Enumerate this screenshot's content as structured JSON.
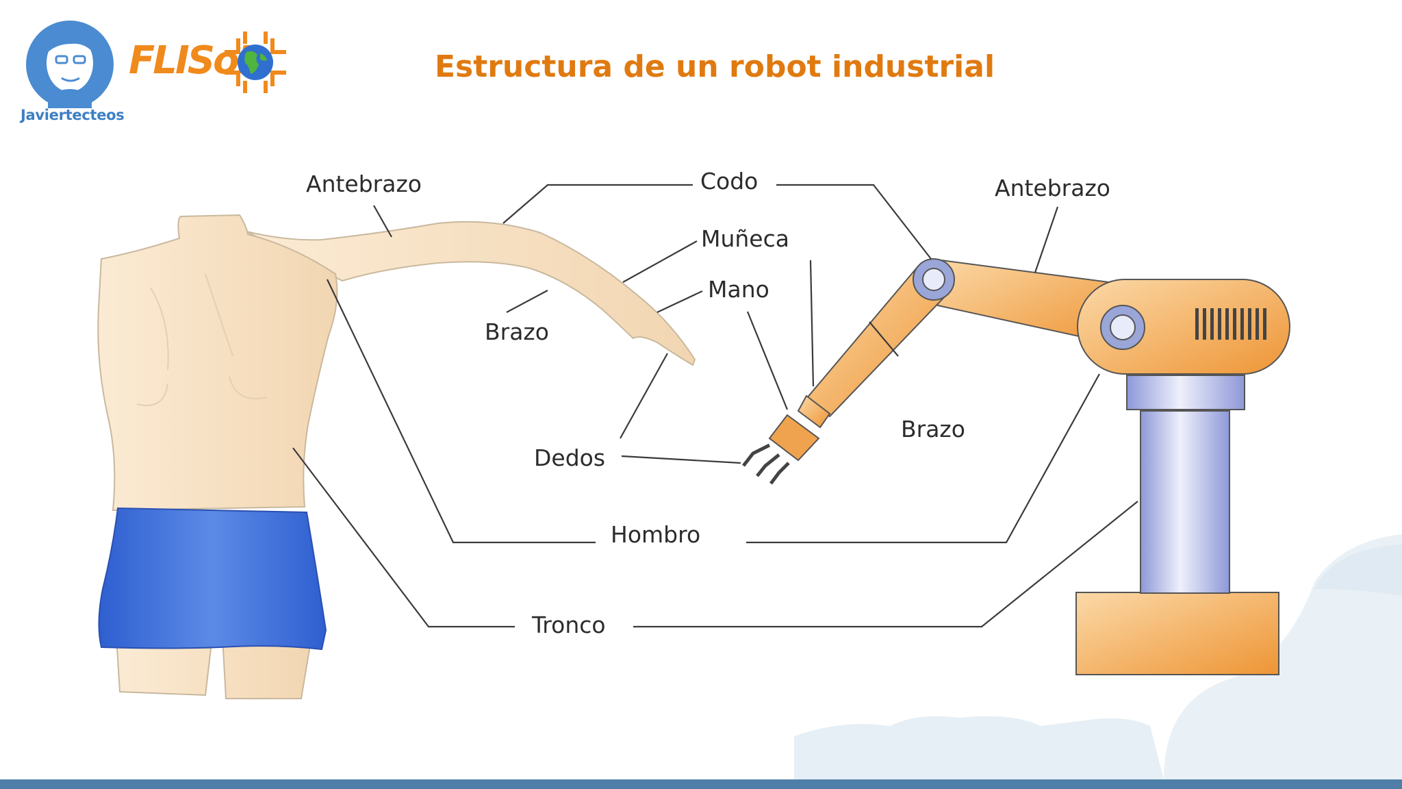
{
  "slide": {
    "title": "Estructura de un robot industrial",
    "title_color": "#e07a10",
    "bar_color": "#4f7fa8"
  },
  "branding": {
    "author": "Javiertecteos",
    "author_color": "#3b7fc4",
    "event": "FLISoL",
    "event_color": "#f08a1c"
  },
  "diagram": {
    "labels": {
      "antebrazo_left": "Antebrazo",
      "codo": "Codo",
      "antebrazo_right": "Antebrazo",
      "muneca": "Muñeca",
      "mano": "Mano",
      "brazo_left": "Brazo",
      "brazo_right": "Brazo",
      "dedos": "Dedos",
      "hombro": "Hombro",
      "tronco": "Tronco"
    },
    "colors": {
      "skin": "#f8e3c7",
      "shorts": "#3f6fd6",
      "robot_orange": "#f3a24a",
      "robot_column": "#b8c0e8"
    }
  }
}
